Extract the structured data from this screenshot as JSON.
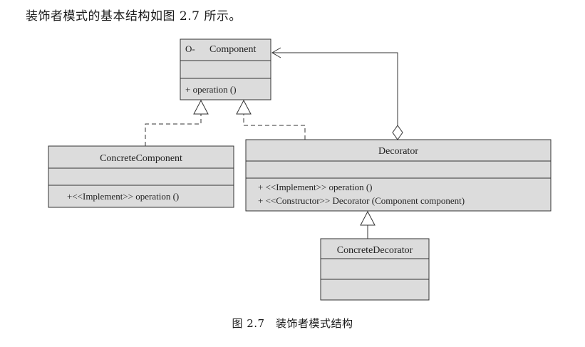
{
  "intro_text": "装饰者模式的基本结构如图 2.7 所示。",
  "caption": "图 2.7　装饰者模式结构",
  "component": {
    "stereotype_icon": "O-",
    "name": "Component",
    "operation": "+ operation ()"
  },
  "concrete_component": {
    "name": "ConcreteComponent",
    "operation": "+<<Implement>> operation ()"
  },
  "decorator": {
    "name": "Decorator",
    "members": [
      "+  <<Implement>>  operation ()",
      "+  <<Constructor>> Decorator (Component component)"
    ]
  },
  "concrete_decorator": {
    "name": "ConcreteDecorator"
  }
}
